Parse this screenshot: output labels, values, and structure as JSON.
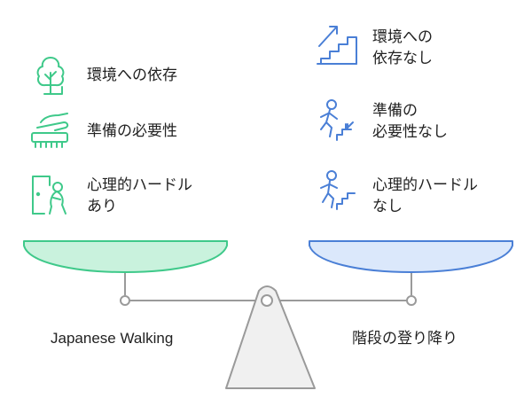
{
  "left": {
    "caption": "Japanese Walking",
    "items": [
      {
        "text": "環境への依存",
        "icon": "tree-icon"
      },
      {
        "text": "準備の必要性",
        "icon": "preparation-hand-icon"
      },
      {
        "text": "心理的ハードル\nあり",
        "icon": "person-at-door-icon"
      }
    ],
    "color": "#3fc98a"
  },
  "right": {
    "caption": "階段の登り降り",
    "items": [
      {
        "text": "環境への\n依存なし",
        "icon": "stairs-up-arrow-icon"
      },
      {
        "text": "準備の\n必要性なし",
        "icon": "person-climbing-stairs-icon"
      },
      {
        "text": "心理的ハードル\nなし",
        "icon": "person-running-stairs-icon"
      }
    ],
    "color": "#4a7fd6"
  }
}
